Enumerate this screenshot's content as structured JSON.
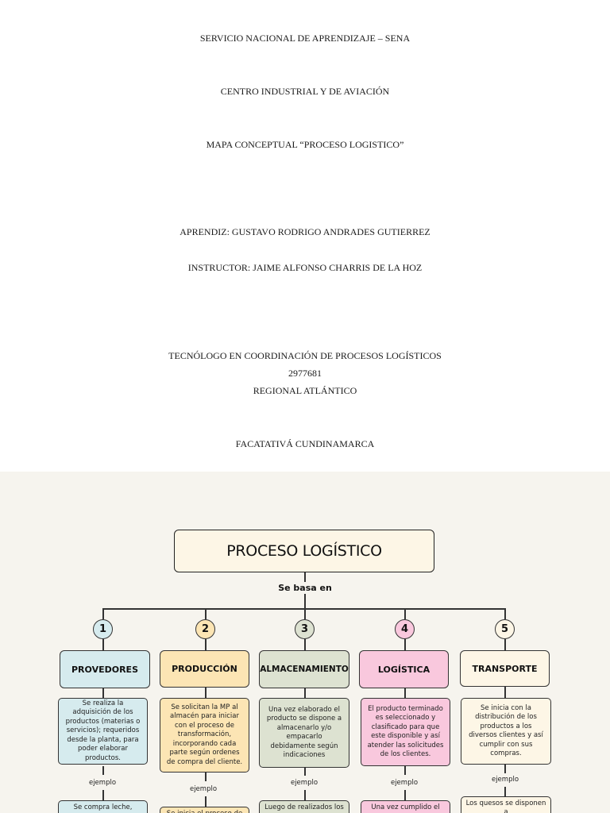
{
  "cover": {
    "institution": "SERVICIO NACIONAL DE APRENDIZAJE – SENA",
    "center": "CENTRO INDUSTRIAL Y DE AVIACIÓN",
    "title": "MAPA CONCEPTUAL “PROCESO LOGISTICO”",
    "student": "APRENDIZ: GUSTAVO RODRIGO ANDRADES GUTIERREZ",
    "instructor": "INSTRUCTOR: JAIME ALFONSO CHARRIS DE LA HOZ",
    "program": "TECNÓLOGO EN COORDINACIÓN DE PROCESOS LOGÍSTICOS",
    "code": "2977681",
    "region": "REGIONAL ATLÁNTICO",
    "city": "FACATATIVÁ CUNDINAMARCA"
  },
  "map": {
    "title": "PROCESO LOGÍSTICO",
    "connector": "Se basa en",
    "colors": {
      "blue": "#d6ebee",
      "yellow": "#fce5b4",
      "gray": "#dde2d1",
      "pink": "#f9c8dd",
      "cream": "#fdf6e6"
    },
    "branches": [
      {
        "number": "1",
        "label": "PROVEDORES",
        "description": "Se realiza la adquisición de los productos (materias o servicios); requeridos desde la planta, para poder elaborar productos.",
        "example_label": "ejemplo",
        "example": "Se compra leche,"
      },
      {
        "number": "2",
        "label": "PRODUCCIÓN",
        "description": "Se solicitan la MP al almacén para iniciar con el proceso de transformación, incorporando cada parte según ordenes de compra del cliente.",
        "example_label": "ejemplo",
        "example": "Se inicia el proceso de"
      },
      {
        "number": "3",
        "label": "ALMACENAMIENTO",
        "description": "Una vez elaborado el producto se dispone a almacenarlo y/o empacarlo debidamente según indicaciones",
        "example_label": "ejemplo",
        "example": "Luego de realizados los"
      },
      {
        "number": "4",
        "label": "LOGÍSTICA",
        "description": "El producto terminado es seleccionado y clasificado para que este disponible y así atender las solicitudes de los clientes.",
        "example_label": "ejemplo",
        "example": "Una vez cumplido el"
      },
      {
        "number": "5",
        "label": "TRANSPORTE",
        "description": "Se inicia con la distribución de los productos a los diversos clientes y así cumplir con sus compras.",
        "example_label": "ejemplo",
        "example": "Los quesos se disponen a"
      }
    ]
  }
}
